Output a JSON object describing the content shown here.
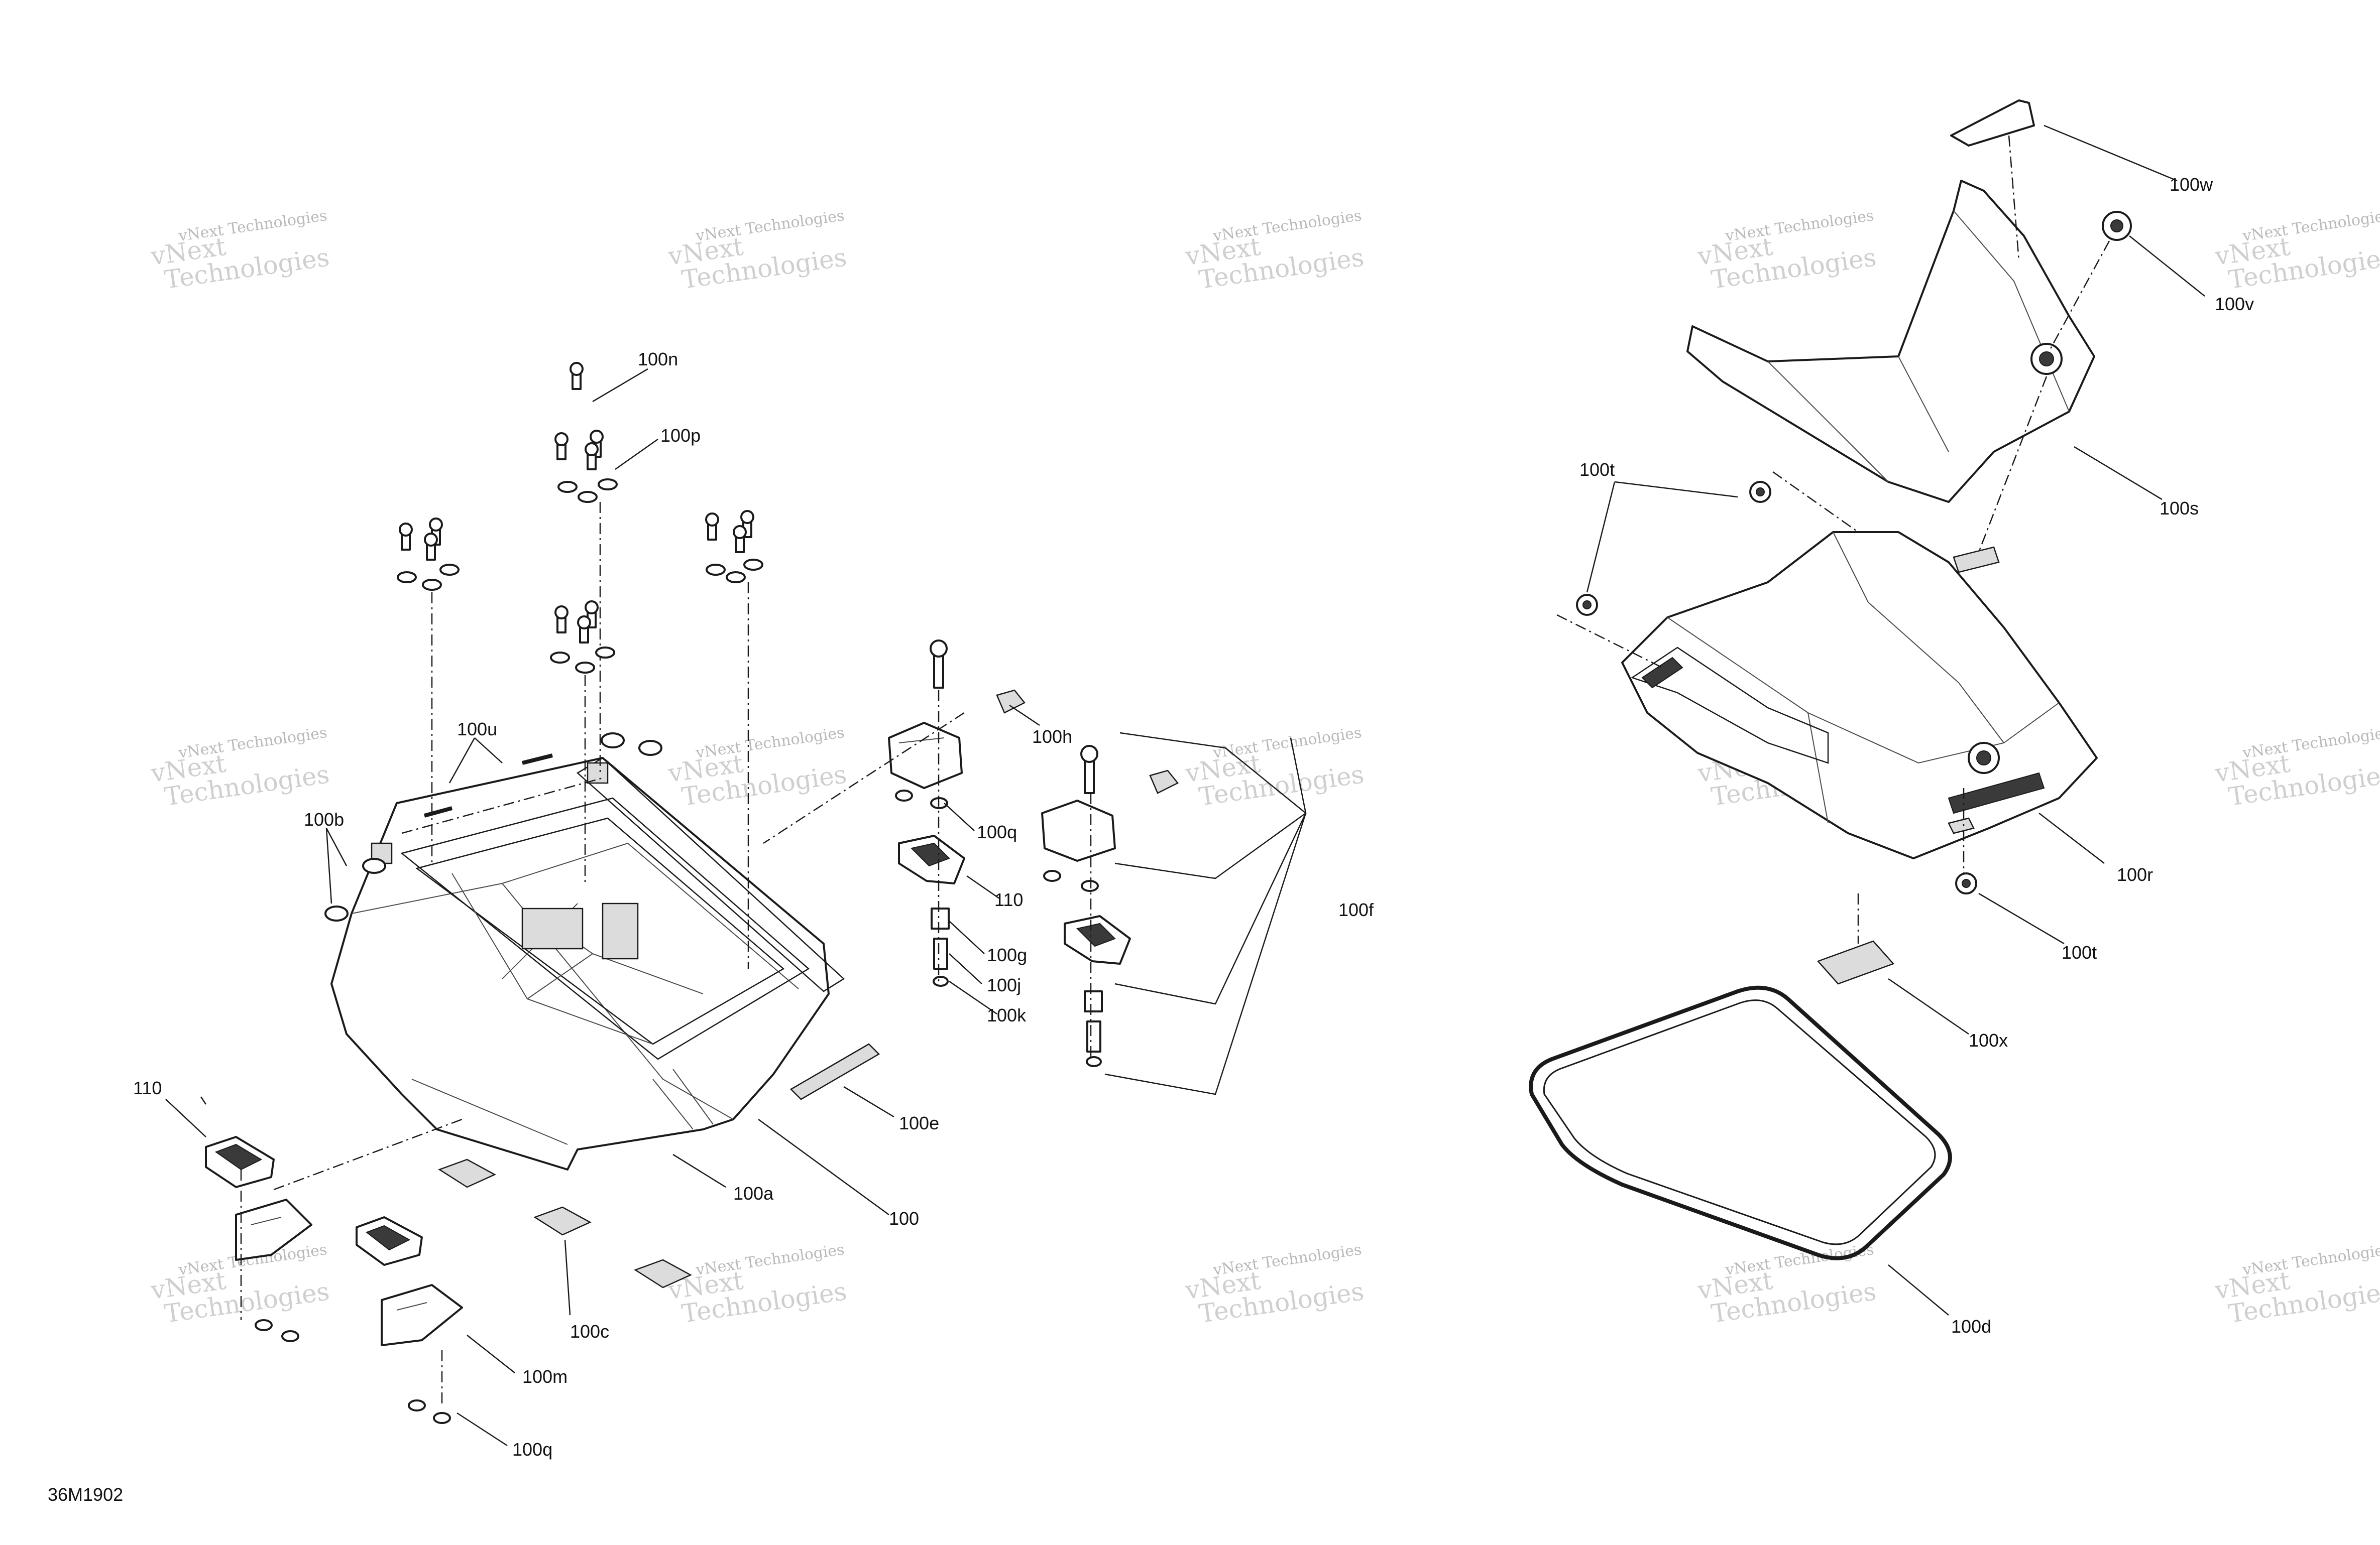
{
  "diagram": {
    "figure_code": "36M1902",
    "watermark_text": "vNext Technologies",
    "watermark_line1": "vNext",
    "watermark_line2": "Technologies",
    "callouts": {
      "c100n": "100n",
      "c100p": "100p",
      "c100u": "100u",
      "c100b": "100b",
      "c100h": "100h",
      "c100q_a": "100q",
      "c110_a": "110",
      "c100g": "100g",
      "c100j": "100j",
      "c100k": "100k",
      "c100f": "100f",
      "c100e": "100e",
      "c110_b": "110",
      "c100a": "100a",
      "c100": "100",
      "c100c": "100c",
      "c100m": "100m",
      "c100q_b": "100q",
      "c100w": "100w",
      "c100v": "100v",
      "c100t_a": "100t",
      "c100s": "100s",
      "c100r": "100r",
      "c100t_b": "100t",
      "c100x": "100x",
      "c100d": "100d"
    }
  }
}
